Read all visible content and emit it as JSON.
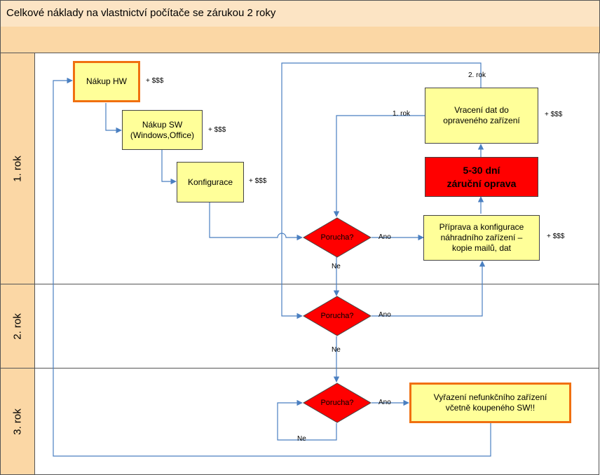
{
  "title": "Celkové náklady na vlastnictví počítače se zárukou 2 roky",
  "lanes": [
    "1. rok",
    "2. rok",
    "3. rok"
  ],
  "boxes": {
    "nakup_hw": "Nákup HW",
    "nakup_sw_1": "Nákup SW",
    "nakup_sw_2": "(Windows,Office)",
    "konfigurace": "Konfigurace",
    "vraceni_1": "Vracení dat do",
    "vraceni_2": "opraveného zařízení",
    "oprava_1": "5-30 dní",
    "oprava_2": "záruční oprava",
    "priprava_1": "Příprava a konfigurace",
    "priprava_2": "náhradního zařízení –",
    "priprava_3": "kopie mailů, dat",
    "vyrazeni_1": "Vyřazení nefunkčního zařízení",
    "vyrazeni_2": "včetně koupeného SW!!"
  },
  "cost_label": "+ $$$",
  "decision_label": "Porucha?",
  "yes_label": "Ano",
  "no_label": "Ne",
  "year1_label": "1. rok",
  "year2_label": "2. rok",
  "colors": {
    "box_fill": "#ffff99",
    "highlight_border": "#f07010",
    "decision_fill": "#ff0000",
    "arrow": "#4a7fc1",
    "lane_label_fill": "#fbd7a5",
    "header_fill": "#fce4c4"
  }
}
